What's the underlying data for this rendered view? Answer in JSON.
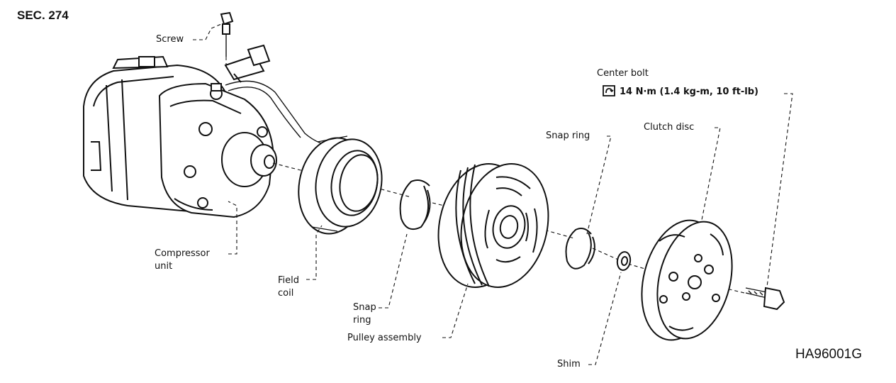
{
  "header": {
    "section": "SEC. 274"
  },
  "figure_id": "HA96001G",
  "callouts": {
    "screw": "Screw",
    "compressor_line1": "Compressor",
    "compressor_line2": "unit",
    "field_line1": "Field",
    "field_line2": "coil",
    "snap_ring_left_line1": "Snap",
    "snap_ring_left_line2": "ring",
    "pulley": "Pulley assembly",
    "snap_ring_right": "Snap ring",
    "shim": "Shim",
    "clutch_disc": "Clutch disc",
    "center_bolt": "Center bolt",
    "torque_spec": "14 N·m (1.4 kg-m, 10 ft-lb)"
  },
  "icons": {
    "torque": "torque-wrench-icon"
  }
}
